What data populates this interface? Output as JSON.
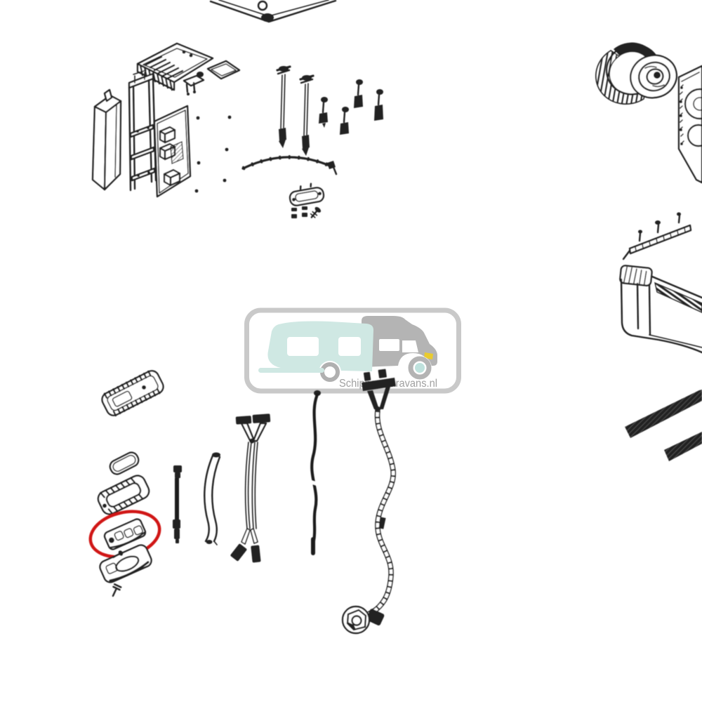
{
  "watermark": {
    "text": "Schipperscaravans.nl"
  },
  "colors": {
    "line": "#202020",
    "highlight_red": "#d01712",
    "watermark_border": "#c9c9c9",
    "caravan_teal": "#cfe8e3",
    "motorhome_gray": "#b4b4b4",
    "headlight_yellow": "#e9cb2e",
    "wheel_teal": "#bfe2dd",
    "text_gray": "#a0a0a0",
    "hatch_dark": "#242424"
  },
  "diagram_parts": [
    "panel-corner-partial",
    "control-unit",
    "mounting-frame",
    "ladder-bracket",
    "side-panel-with-relays",
    "screw-dots",
    "long-bolt",
    "long-bolt",
    "screw",
    "screw",
    "screw",
    "screw",
    "curved-cable",
    "flat-gasket",
    "small-fasteners",
    "blower-fan-wheel",
    "motor-plate",
    "mounting-rail",
    "rail-screws",
    "housing-tray",
    "grille-strip",
    "grille-strip",
    "remote-control",
    "seal-ring",
    "frame-bezel",
    "switch-module-highlighted",
    "mounting-bracket",
    "small-screw",
    "jumper-cable",
    "curved-wires",
    "y-harness",
    "ignition-wire",
    "power-cable",
    "round-plug"
  ]
}
